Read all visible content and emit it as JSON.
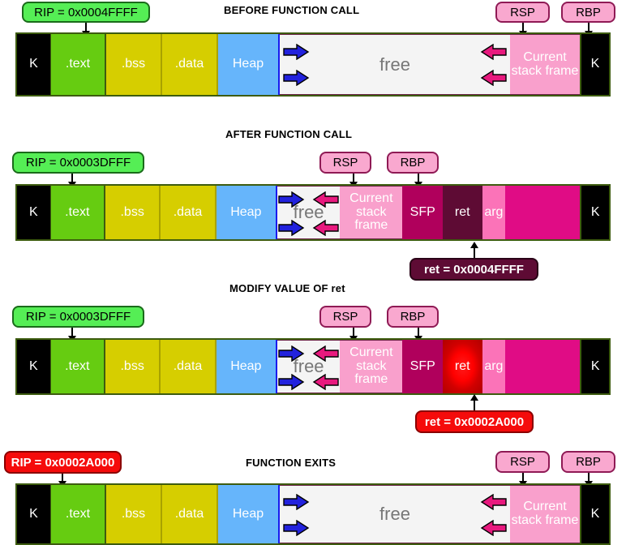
{
  "diagram": {
    "type": "memory-layout-sequence",
    "description": "Process virtual memory layout across four stages of a function call with a stack buffer overflow overwriting the return address",
    "colors": {
      "kernel": "#000000",
      "text_segment": "#66cc11",
      "bss_data": "#d6ce00",
      "heap": "#66b5fb",
      "free": "#f4f4f4",
      "stack_frame": "#f9a0cc",
      "sfp": "#b0005c",
      "ret": "#5e0b34",
      "ret_modified": "#ff0000",
      "arg": "#fb73b8",
      "stack_rest": "#e00c85",
      "bar_border": "#3d5c0f",
      "heap_arrow": "#2222dd",
      "stack_arrow": "#e8197e",
      "callout_green": "#55ee55",
      "callout_pink": "#f9a8cf",
      "callout_maroon": "#5e0b34",
      "callout_red": "#f50b0b"
    },
    "segment_labels": {
      "kernel": "K",
      "text": ".text",
      "bss": ".bss",
      "data": ".data",
      "heap": "Heap",
      "free": "free",
      "stack_frame": "Current stack frame",
      "sfp": "SFP",
      "ret": "ret",
      "arg": "arg",
      "rest": ""
    },
    "stages": [
      {
        "id": "before-function-call",
        "title": "BEFORE FUNCTION CALL",
        "rip": {
          "label": "RIP = 0x0004FFFF",
          "style": "green"
        },
        "rsp": {
          "label": "RSP",
          "style": "pink"
        },
        "rbp": {
          "label": "RBP",
          "style": "pink"
        },
        "ret_callout": null,
        "ret_highlighted": false,
        "frame_expanded": false
      },
      {
        "id": "after-function-call",
        "title": "AFTER FUNCTION CALL",
        "rip": {
          "label": "RIP = 0x0003DFFF",
          "style": "green"
        },
        "rsp": {
          "label": "RSP",
          "style": "pink"
        },
        "rbp": {
          "label": "RBP",
          "style": "pink"
        },
        "ret_callout": {
          "label": "ret = 0x0004FFFF",
          "style": "maroon"
        },
        "ret_highlighted": false,
        "frame_expanded": true
      },
      {
        "id": "modify-value-of-ret",
        "title": "MODIFY VALUE OF ret",
        "rip": {
          "label": "RIP = 0x0003DFFF",
          "style": "green"
        },
        "rsp": {
          "label": "RSP",
          "style": "pink"
        },
        "rbp": {
          "label": "RBP",
          "style": "pink"
        },
        "ret_callout": {
          "label": "ret = 0x0002A000",
          "style": "red"
        },
        "ret_highlighted": true,
        "frame_expanded": true
      },
      {
        "id": "function-exits",
        "title": "FUNCTION EXITS",
        "rip": {
          "label": "RIP = 0x0002A000",
          "style": "red"
        },
        "rsp": {
          "label": "RSP",
          "style": "pink"
        },
        "rbp": {
          "label": "RBP",
          "style": "pink"
        },
        "ret_callout": null,
        "ret_highlighted": false,
        "frame_expanded": false
      }
    ]
  }
}
